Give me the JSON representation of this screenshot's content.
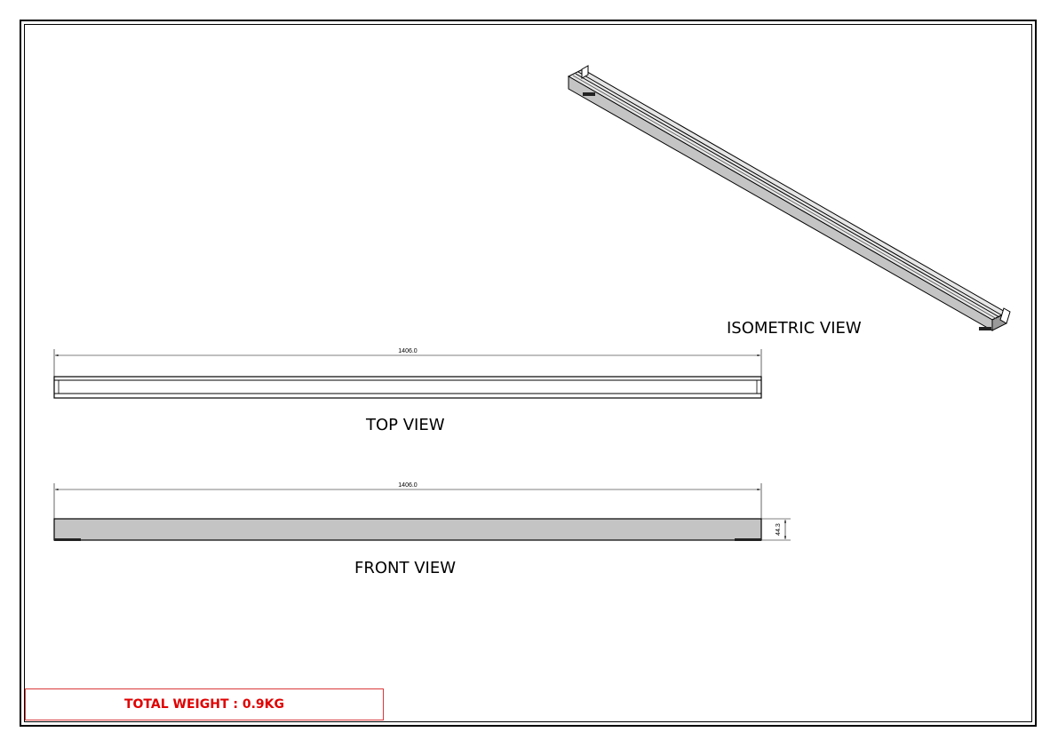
{
  "views": {
    "isometric_label": "ISOMETRIC VIEW",
    "top_label": "TOP VIEW",
    "front_label": "FRONT VIEW"
  },
  "dimensions": {
    "top_length": "1406.0",
    "front_length": "1406.0",
    "front_height": "44.3"
  },
  "title_block": {
    "weight": "TOTAL WEIGHT : 0.9KG"
  },
  "colors": {
    "part_fill": "#c4c4c4",
    "weight_text": "#e00000",
    "weight_border": "#d9383a"
  }
}
